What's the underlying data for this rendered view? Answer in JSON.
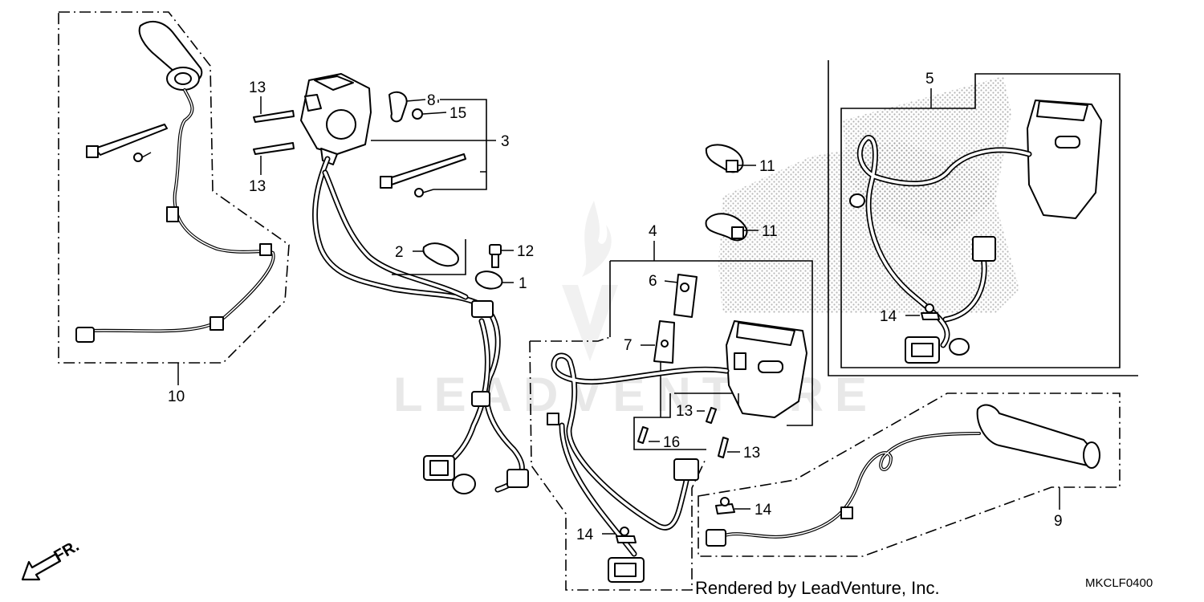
{
  "diagram": {
    "part_numbers": {
      "p1": "1",
      "p2": "2",
      "p3": "3",
      "p4": "4",
      "p5": "5",
      "p6": "6",
      "p7": "7",
      "p8": "8",
      "p9": "9",
      "p10": "10",
      "p11": "11",
      "p12": "12",
      "p13": "13",
      "p14": "14",
      "p15": "15",
      "p16": "16"
    },
    "direction_label": "FR.",
    "watermark": "LEADVENTURE",
    "credit": "Rendered by LeadVenture, Inc.",
    "diagram_code": "MKCLF0400",
    "colors": {
      "line": "#000000",
      "stipple": "#b0b0b0",
      "watermark": "#e8e8e8"
    }
  }
}
